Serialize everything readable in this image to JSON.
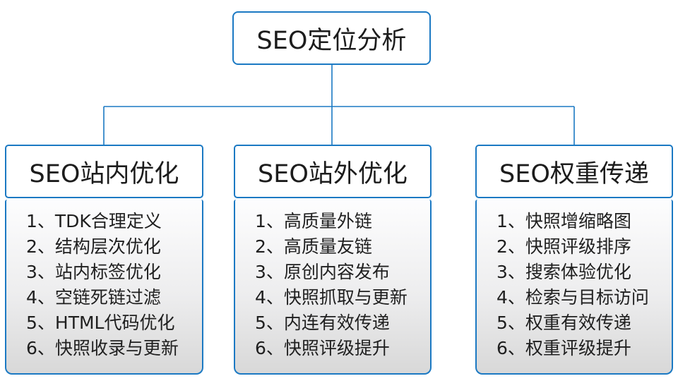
{
  "diagram": {
    "root": {
      "label": "SEO定位分析"
    },
    "branches": [
      {
        "header": "SEO站内优化",
        "items": [
          "1、TDK合理定义",
          "2、结构层次优化",
          "3、站内标签优化",
          "4、空链死链过滤",
          "5、HTML代码优化",
          "6、快照收录与更新"
        ]
      },
      {
        "header": "SEO站外优化",
        "items": [
          "1、高质量外链",
          "2、高质量友链",
          "3、原创内容发布",
          "4、快照抓取与更新",
          "5、内连有效传递",
          "6、快照评级提升"
        ]
      },
      {
        "header": "SEO权重传递",
        "items": [
          "1、快照增缩略图",
          "2、快照评级排序",
          "3、搜索体验优化",
          "4、检索与目标访问",
          "5、权重有效传递",
          "6、权重评级提升"
        ]
      }
    ],
    "colors": {
      "line_blue": "#1b79c3",
      "box_border_blue": "#1b79c3",
      "list_bg_top": "#fdfdfe",
      "list_bg_bottom": "#d8d8d8",
      "text": "#1c1c1c"
    }
  }
}
